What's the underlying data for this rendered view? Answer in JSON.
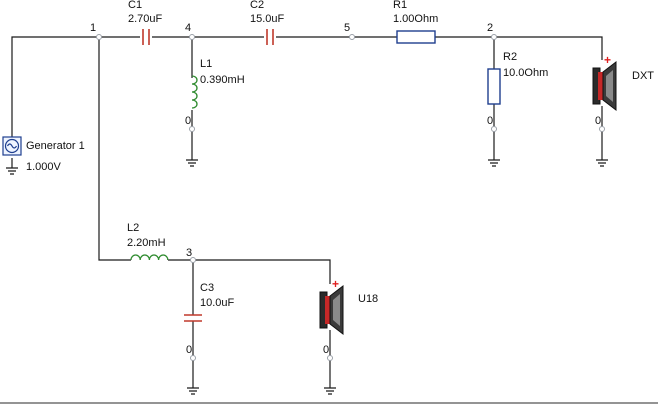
{
  "colors": {
    "wire": "#1a1a1a",
    "capacitor": "#c0392b",
    "resistor": "#1f3f8f",
    "inductor": "#2e8b2e",
    "node": "#9aa0a8",
    "speaker_plus": "#e02020"
  },
  "generator": {
    "name": "Generator 1",
    "value": "1.000V",
    "icon": "ac-source-icon"
  },
  "nodes": {
    "n1": "1",
    "n2": "2",
    "n3": "3",
    "n4": "4",
    "n5": "5",
    "g_l1": "0",
    "g_r2": "0",
    "g_dxt": "0",
    "g_c3": "0",
    "g_u18": "0"
  },
  "components": {
    "c1": {
      "name": "C1",
      "value": "2.70uF"
    },
    "c2": {
      "name": "C2",
      "value": "15.0uF"
    },
    "r1": {
      "name": "R1",
      "value": "1.00Ohm"
    },
    "l1": {
      "name": "L1",
      "value": "0.390mH"
    },
    "r2": {
      "name": "R2",
      "value": "10.0Ohm"
    },
    "l2": {
      "name": "L2",
      "value": "2.20mH"
    },
    "c3": {
      "name": "C3",
      "value": "10.0uF"
    }
  },
  "speakers": {
    "dxt": {
      "name": "DXT",
      "polarity": "+"
    },
    "u18": {
      "name": "U18",
      "polarity": "+"
    }
  }
}
